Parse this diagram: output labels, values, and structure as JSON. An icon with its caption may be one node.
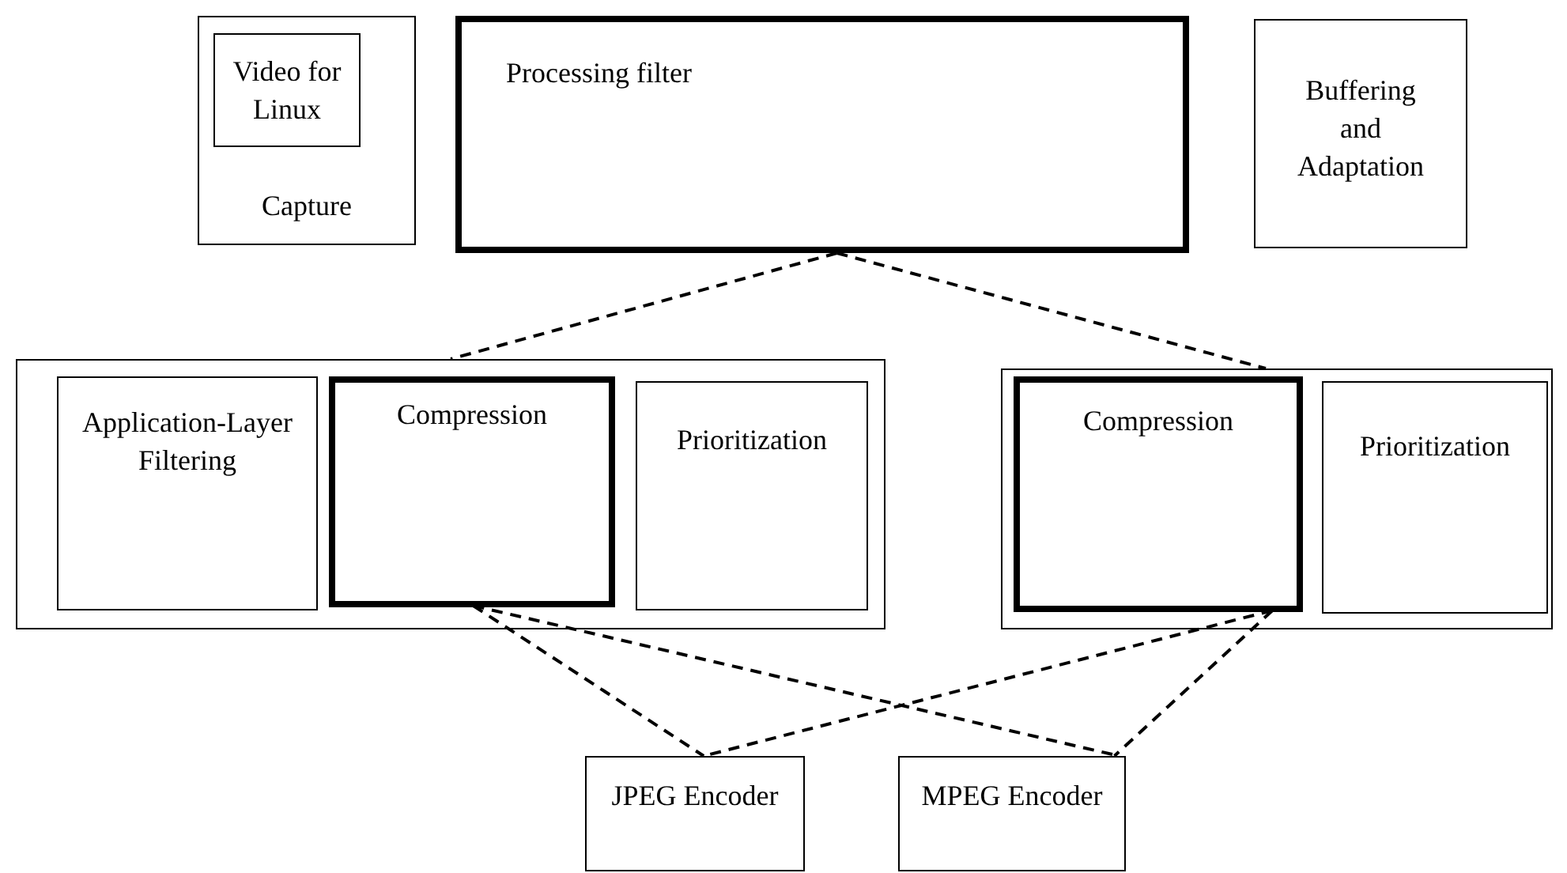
{
  "diagram": {
    "nodes": [
      {
        "text": [
          "Capture"
        ]
      },
      {
        "text": [
          "Video for Linux"
        ],
        "in": 0
      },
      {
        "text": [
          "Processing filter"
        ]
      },
      {
        "text": [
          "Buffering and Adaptation"
        ]
      },
      {
        "text": [],
        "shape": "box"
      },
      {
        "text": [
          "Application-Layer Filtering"
        ],
        "in": 4
      },
      {
        "text": [
          "Compression"
        ],
        "in": 4
      },
      {
        "text": [
          "Prioritization"
        ],
        "in": 4
      },
      {
        "text": [],
        "shape": "box"
      },
      {
        "text": [
          "Compression"
        ],
        "in": 8
      },
      {
        "text": [
          "Prioritization"
        ],
        "in": 8
      },
      {
        "text": [
          "JPEG Encoder"
        ]
      },
      {
        "text": [
          "MPEG Encoder"
        ]
      }
    ],
    "edges": [
      {
        "from": 2,
        "to": 4,
        "arrow": "none",
        "style": "dashed"
      },
      {
        "from": 2,
        "to": 8,
        "arrow": "none",
        "style": "dashed"
      },
      {
        "from": 6,
        "to": 11,
        "arrow": "none",
        "style": "dashed"
      },
      {
        "from": 6,
        "to": 12,
        "arrow": "none",
        "style": "dashed"
      },
      {
        "from": 9,
        "to": 11,
        "arrow": "none",
        "style": "dashed"
      },
      {
        "from": 9,
        "to": 12,
        "arrow": "none",
        "style": "dashed"
      }
    ]
  }
}
